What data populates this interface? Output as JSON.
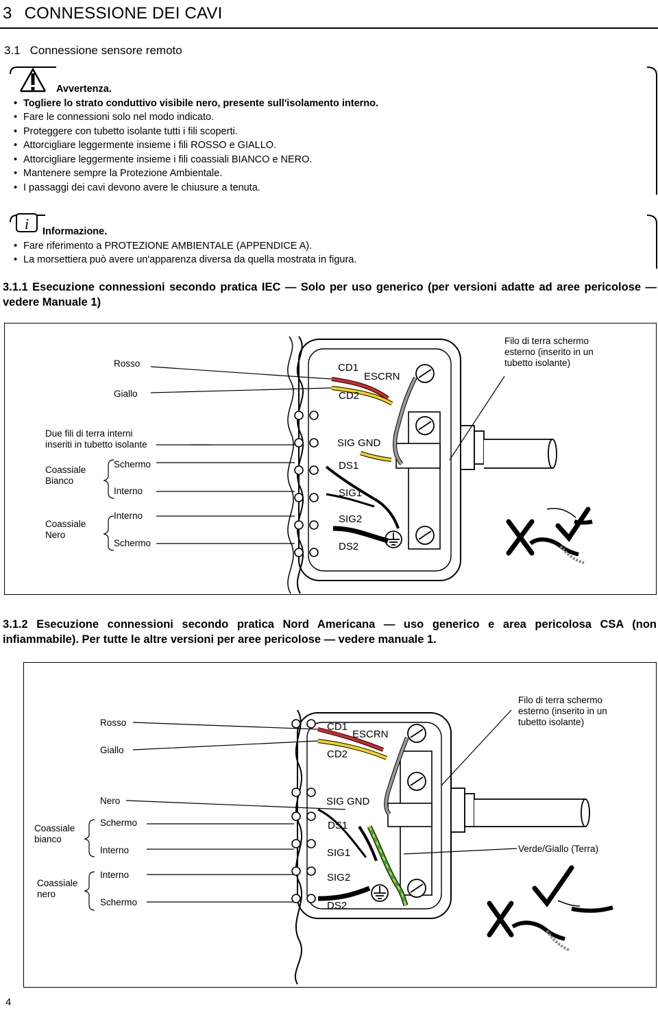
{
  "header": {
    "section_number": "3",
    "section_title": "CONNESSIONE DEI CAVI",
    "subsection_number": "3.1",
    "subsection_title": "Connessione sensore remoto"
  },
  "warning": {
    "icon": "warning-exclamation-icon",
    "title": "Avvertenza.",
    "items": [
      "Togliere lo strato conduttivo visibile nero, presente sull'isolamento interno.",
      "Fare le connessioni solo nel modo indicato.",
      "Proteggere con tubetto isolante tutti i fili scoperti.",
      "Attorcigliare leggermente insieme i fili ROSSO e GIALLO.",
      "Attorcigliare leggermente insieme i fili coassiali BIANCO e NERO.",
      "Mantenere sempre la Protezione Ambientale.",
      "I passaggi dei cavi devono avere le chiusure a tenuta."
    ]
  },
  "info": {
    "icon": "info-i-icon",
    "title": "Informazione.",
    "items": [
      "Fare riferimento a PROTEZIONE AMBIENTALE (APPENDICE A).",
      "La morsettiera può avere un'apparenza diversa da quella mostrata in figura."
    ]
  },
  "section_311": {
    "heading": "3.1.1  Esecuzione connessioni secondo pratica IEC — Solo per uso generico (per versioni adatte ad aree pericolose — vedere Manuale 1)"
  },
  "figure1": {
    "labels": {
      "rosso": "Rosso",
      "giallo": "Giallo",
      "due_fili": "Due fili di terra interni inseriti in tubetto isolante",
      "coassiale_bianco": "Coassiale Bianco",
      "coassiale_nero": "Coassiale Nero",
      "schermo_a": "Schermo",
      "interno_a": "Interno",
      "interno_b": "Interno",
      "schermo_b": "Schermo",
      "filo_terra": "Filo di terra schermo esterno (inserito in un tubetto isolante)"
    },
    "terminals": {
      "cd1": "CD1",
      "escrn": "ESCRN",
      "cd2": "CD2",
      "sig_gnd": "SIG GND",
      "ds1": "DS1",
      "sig1": "SIG1",
      "sig2": "SIG2",
      "ds2": "DS2"
    }
  },
  "section_312": {
    "heading": "3.1.2  Esecuzione connessioni secondo pratica Nord Americana — uso generico e area pericolosa CSA (non infiammabile). Per tutte le altre versioni per aree pericolose — vedere manuale 1."
  },
  "figure2": {
    "labels": {
      "rosso": "Rosso",
      "giallo": "Giallo",
      "nero": "Nero",
      "coassiale_bianco": "Coassiale bianco",
      "coassiale_nero": "Coassiale nero",
      "schermo_a": "Schermo",
      "interno_a": "Interno",
      "interno_b": "Interno",
      "schermo_b": "Schermo",
      "filo_terra": "Filo di terra schermo esterno (inserito in un tubetto isolante)",
      "verde_giallo": "Verde/Giallo (Terra)"
    },
    "terminals": {
      "cd1": "CD1",
      "escrn": "ESCRN",
      "cd2": "CD2",
      "sig_gnd": "SIG GND",
      "ds1": "DS1",
      "sig1": "SIG1",
      "sig2": "SIG2",
      "ds2": "DS2"
    }
  },
  "page_number": "4",
  "colors": {
    "wire_red": "#d42a2a",
    "wire_yellow": "#f2d21e",
    "wire_green": "#3aa33a",
    "wire_grey": "#9a9a9a",
    "ink": "#000000"
  }
}
